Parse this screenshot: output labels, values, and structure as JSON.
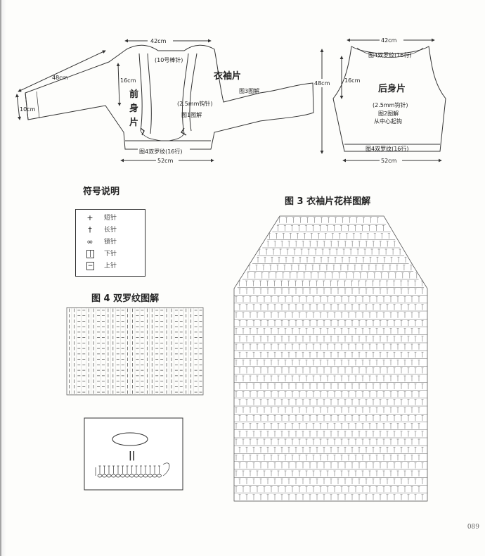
{
  "page": {
    "number": "089"
  },
  "front": {
    "width_top": "42cm",
    "needle_label": "(10号棒针)",
    "sleeve_length": "48cm",
    "cuff_height": "10cm",
    "side_height": "16cm",
    "front_label": "前身片",
    "sleeve_label": "衣袖片",
    "sleeve_ref": "图3图解",
    "hook_label": "(2.5mm钩针)",
    "front_ref": "图1图解",
    "rib_label": "图4双罗纹(16行)",
    "width_bottom": "52cm"
  },
  "back": {
    "width_top": "42cm",
    "collar_label": "图4双罗纹(16行)",
    "height": "48cm",
    "side_height": "16cm",
    "title": "后身片",
    "hook_label": "(2.5mm钩针)",
    "ref": "图2图解",
    "note": "从中心起钩",
    "rib_label": "图4双罗纹(16行)",
    "width_bottom": "52cm"
  },
  "legend": {
    "title": "符号说明",
    "items": [
      {
        "icon": "single-crochet-icon",
        "symbol": "+",
        "label": "短针"
      },
      {
        "icon": "double-crochet-icon",
        "symbol": "†",
        "label": "长针"
      },
      {
        "icon": "chain-stitch-icon",
        "symbol": "∞",
        "label": "锁针"
      },
      {
        "icon": "knit-stitch-icon",
        "symbol": "|",
        "label": "下针"
      },
      {
        "icon": "purl-stitch-icon",
        "symbol": "−",
        "label": "上针"
      }
    ]
  },
  "fig4": {
    "title": "图 4 双罗纹图解"
  },
  "fig3": {
    "title": "图 3 衣袖片花样图解"
  },
  "fig_start": {
    "equals": "||"
  }
}
